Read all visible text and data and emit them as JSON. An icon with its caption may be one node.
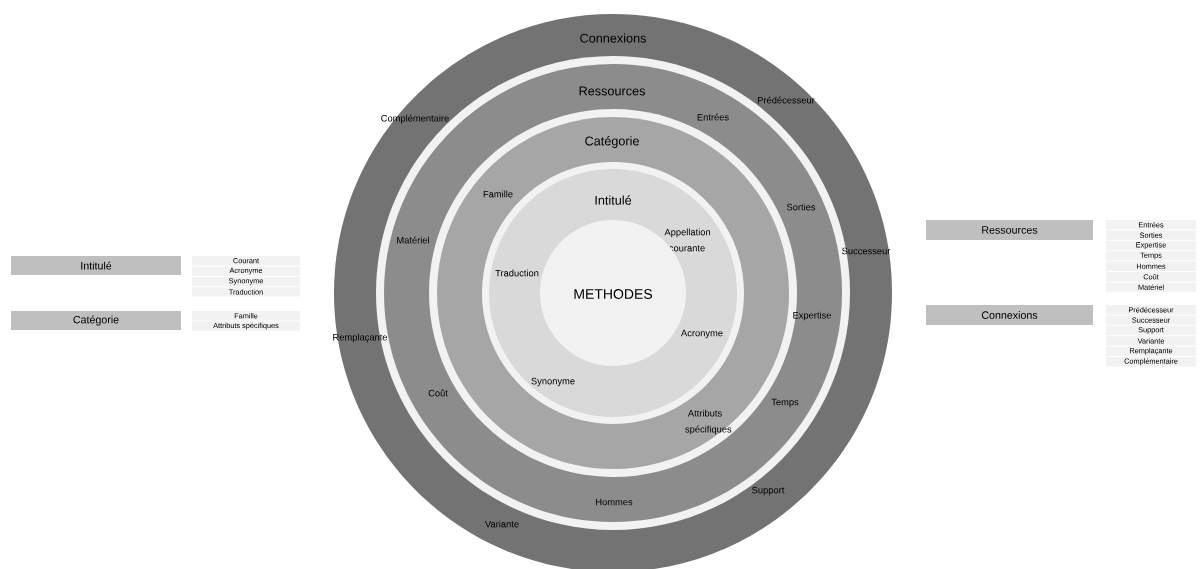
{
  "diagram": {
    "nodes": [
      {
        "text": [
          "Intitulé"
        ]
      },
      {
        "text": [
          "Courant"
        ]
      },
      {
        "text": [
          "Acronyme"
        ]
      },
      {
        "text": [
          "Synonyme"
        ]
      },
      {
        "text": [
          "Traduction"
        ]
      },
      {
        "text": [
          "Catégorie"
        ]
      },
      {
        "text": [
          "Famille"
        ]
      },
      {
        "text": [
          "Attributs spécifiques"
        ]
      },
      {
        "text": [
          "Connexions",
          "Complémentaire",
          "Prédécesseur",
          "Successeur",
          "Remplaçante",
          "Support",
          "Variante"
        ]
      },
      {
        "text": [
          "Ressources",
          "Entrées",
          "Matériel",
          "Sorties",
          "Expertise",
          "Coût",
          "Temps",
          "Hommes"
        ],
        "in": 8
      },
      {
        "text": [
          "Catégorie",
          "Famille",
          "Attributs spécifiques"
        ],
        "in": 9
      },
      {
        "text": [
          "Intitulé",
          "Appellation courante",
          "Traduction",
          "Acronyme",
          "Synonyme"
        ],
        "in": 10
      },
      {
        "text": [
          "METHODES"
        ],
        "in": 11
      },
      {
        "text": [
          "Ressources"
        ]
      },
      {
        "text": [
          "Entrées"
        ]
      },
      {
        "text": [
          "Sorties"
        ]
      },
      {
        "text": [
          "Expertise"
        ]
      },
      {
        "text": [
          "Temps"
        ]
      },
      {
        "text": [
          "Hommes"
        ]
      },
      {
        "text": [
          "Coût"
        ]
      },
      {
        "text": [
          "Matériel"
        ]
      },
      {
        "text": [
          "Connexions"
        ]
      },
      {
        "text": [
          "Prédécesseur"
        ]
      },
      {
        "text": [
          "Successeur"
        ]
      },
      {
        "text": [
          "Support"
        ]
      },
      {
        "text": [
          "Variante"
        ]
      },
      {
        "text": [
          "Remplaçante"
        ]
      },
      {
        "text": [
          "Complémentaire"
        ]
      }
    ]
  }
}
